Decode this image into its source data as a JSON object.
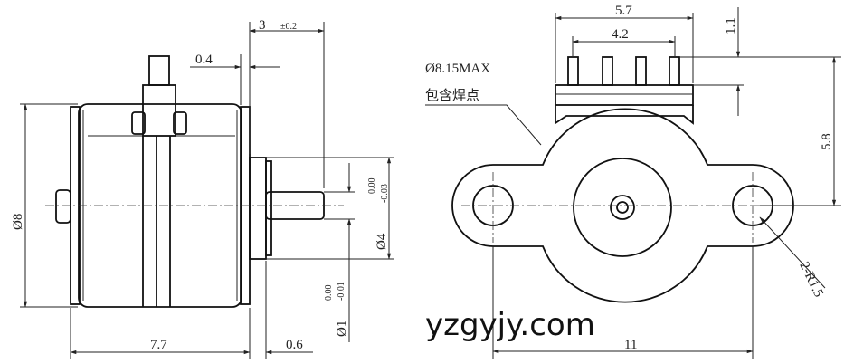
{
  "side_view": {
    "dim_shaft_len": "3",
    "dim_shaft_len_tol": "±0.2",
    "dim_gap": "0.4",
    "dim_body_dia": "Ø8",
    "dim_boss_dia": "Ø4",
    "dim_boss_tol_upper": "0.00",
    "dim_boss_tol_lower": "-0.03",
    "dim_shaft_dia": "Ø1",
    "dim_shaft_tol_upper": "0.00",
    "dim_shaft_tol_lower": "-0.01",
    "dim_body_len": "7.7",
    "dim_flange": "0.6"
  },
  "front_view": {
    "dim_terminal_width": "5.7",
    "dim_pin_pitch": "4.2",
    "dim_pin_height": "1.1",
    "dim_height": "5.8",
    "dim_max_dia": "Ø8.15MAX",
    "note_solder": "包含焊点",
    "dim_radius": "2-R1.5",
    "dim_hole_span": "11"
  },
  "watermark": "yzgyjy.com"
}
